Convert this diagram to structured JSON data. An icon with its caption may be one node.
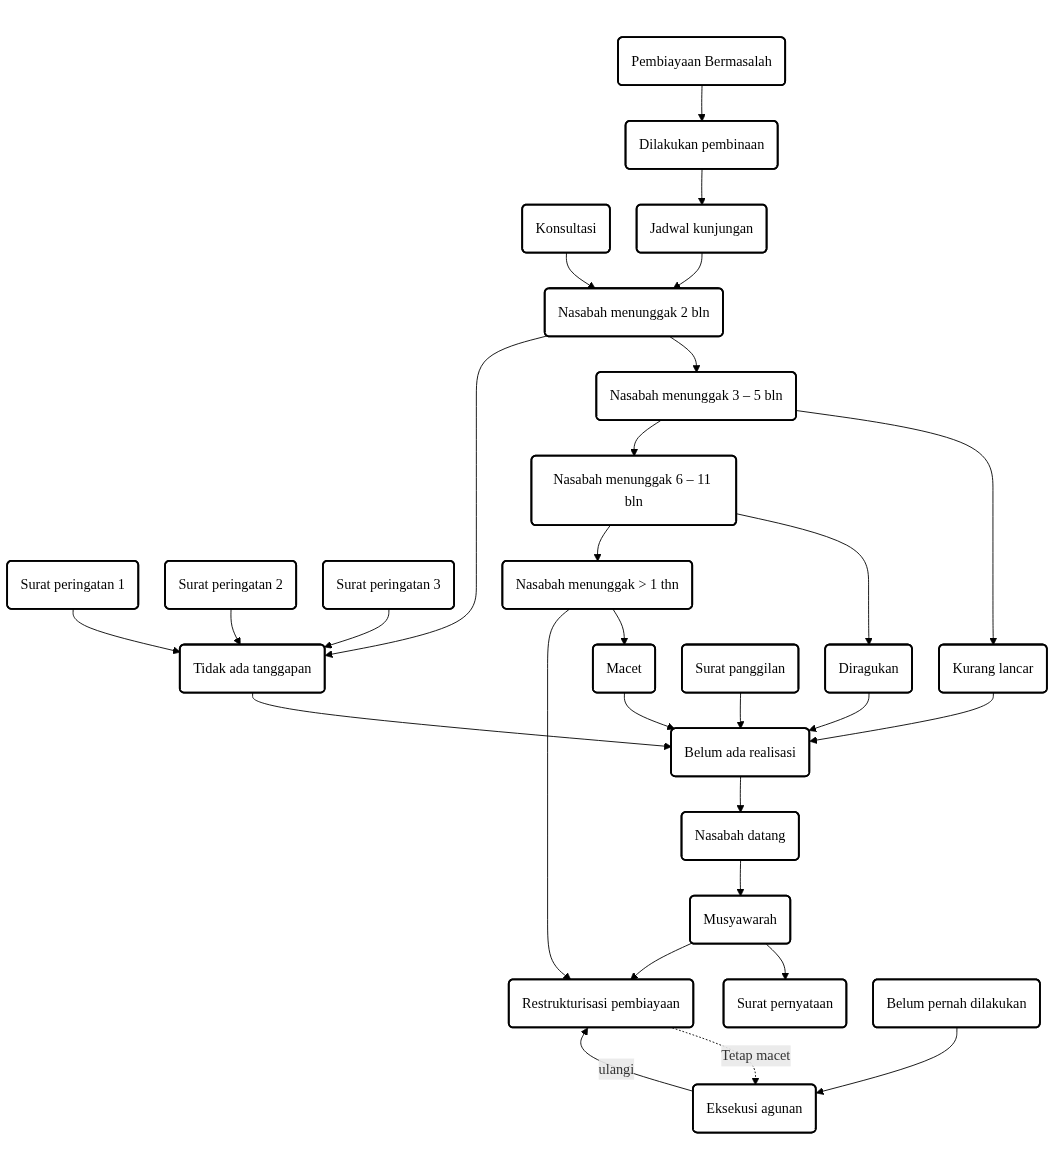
{
  "diagram": {
    "nodes": [
      {
        "text": [
          "Konsultasi"
        ]
      },
      {
        "text": [
          "Pembiayaan Bermasalah"
        ]
      },
      {
        "text": [
          "Nasabah menunggak 2 bln"
        ]
      },
      {
        "text": [
          "Jadwal kunjungan"
        ]
      },
      {
        "text": [
          "Dilakukan pembinaan"
        ]
      },
      {
        "text": [
          "Surat peringatan 1"
        ]
      },
      {
        "text": [
          "Nasabah menunggak 3 – 5 bln"
        ]
      },
      {
        "text": [
          "Kurang lancar"
        ]
      },
      {
        "text": [
          "Tidak ada tanggapan"
        ]
      },
      {
        "text": [
          "Surat peringatan 2"
        ]
      },
      {
        "text": [
          "Surat peringatan 3"
        ]
      },
      {
        "text": [
          "Nasabah menunggak 6 – 11 bln"
        ]
      },
      {
        "text": [
          "Diragukan"
        ]
      },
      {
        "text": [
          "Belum ada realisasi"
        ]
      },
      {
        "text": [
          "Surat panggilan"
        ]
      },
      {
        "text": [
          "Nasabah datang"
        ]
      },
      {
        "text": [
          "Nasabah menunggak > 1 thn"
        ]
      },
      {
        "text": [
          "Macet"
        ]
      },
      {
        "text": [
          "Musyawarah"
        ]
      },
      {
        "text": [
          "Surat pernyataan"
        ]
      },
      {
        "text": [
          "Restrukturisasi pembiayaan"
        ]
      },
      {
        "text": [
          "Eksekusi agunan"
        ]
      },
      {
        "text": [
          "Belum pernah dilakukan"
        ]
      }
    ],
    "edges": [
      {
        "from": 0,
        "to": 2,
        "arrow": "to"
      },
      {
        "from": 1,
        "to": 4,
        "arrow": "to"
      },
      {
        "from": 4,
        "to": 3,
        "arrow": "to"
      },
      {
        "from": 3,
        "to": 2,
        "arrow": "to"
      },
      {
        "from": 2,
        "to": 6,
        "arrow": "to"
      },
      {
        "from": 2,
        "to": 8,
        "arrow": "to"
      },
      {
        "from": 5,
        "to": 8,
        "arrow": "to"
      },
      {
        "from": 9,
        "to": 8,
        "arrow": "to"
      },
      {
        "from": 10,
        "to": 8,
        "arrow": "to"
      },
      {
        "from": 6,
        "to": 7,
        "arrow": "to"
      },
      {
        "from": 7,
        "to": 13,
        "arrow": "to"
      },
      {
        "from": 8,
        "to": 13,
        "arrow": "to"
      },
      {
        "from": 6,
        "to": 11,
        "arrow": "to"
      },
      {
        "from": 11,
        "to": 12,
        "arrow": "to"
      },
      {
        "from": 12,
        "to": 13,
        "arrow": "to"
      },
      {
        "from": 11,
        "to": 16,
        "arrow": "to"
      },
      {
        "from": 16,
        "to": 17,
        "arrow": "to"
      },
      {
        "from": 17,
        "to": 13,
        "arrow": "to"
      },
      {
        "from": 14,
        "to": 13,
        "arrow": "to"
      },
      {
        "from": 13,
        "to": 15,
        "arrow": "to"
      },
      {
        "from": 15,
        "to": 18,
        "arrow": "to"
      },
      {
        "from": 18,
        "to": 19,
        "arrow": "to"
      },
      {
        "from": 16,
        "to": 20,
        "arrow": "to"
      },
      {
        "from": 18,
        "to": 20,
        "arrow": "to"
      },
      {
        "from": 20,
        "to": 21,
        "arrow": "to",
        "label": "Tetap macet",
        "style": "dashed"
      },
      {
        "from": 22,
        "to": 21,
        "arrow": "to"
      },
      {
        "from": 21,
        "to": 20,
        "arrow": "to",
        "label": "ulangi"
      }
    ]
  }
}
